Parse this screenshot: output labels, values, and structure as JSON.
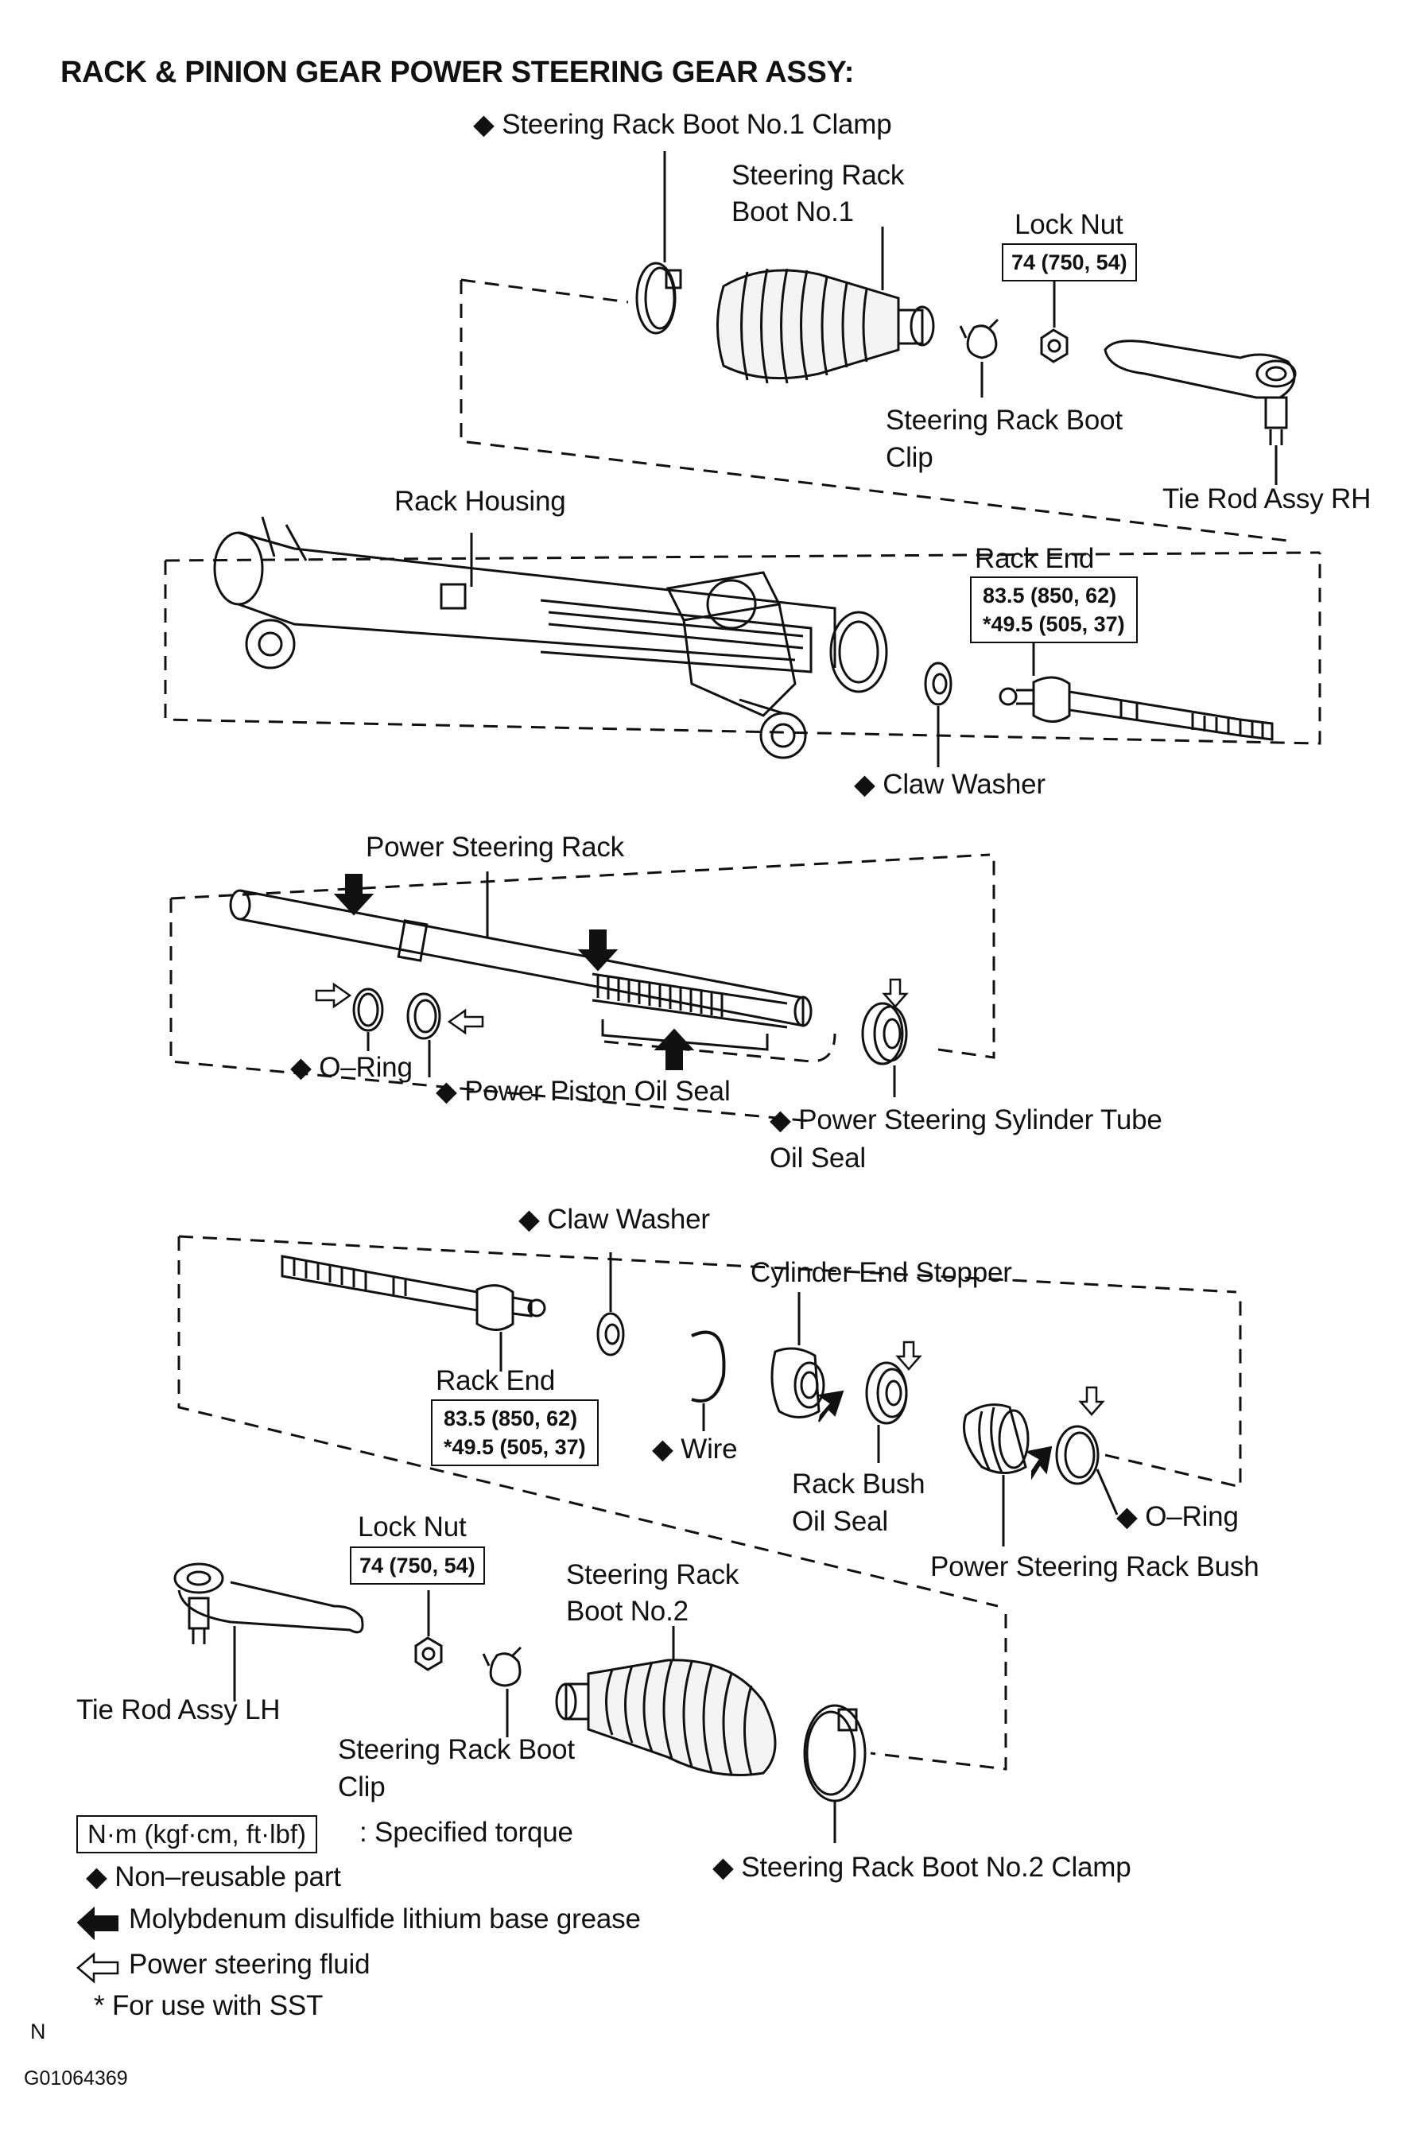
{
  "title": "RACK & PINION GEAR POWER STEERING GEAR ASSY:",
  "labels": {
    "boot1_clamp": "◆ Steering Rack Boot No.1 Clamp",
    "boot1_l1": "Steering Rack",
    "boot1_l2": "Boot No.1",
    "lock_nut_top": "Lock Nut",
    "boot_clip_top_l1": "Steering Rack Boot",
    "boot_clip_top_l2": "Clip",
    "tie_rod_rh": "Tie Rod Assy RH",
    "rack_housing": "Rack Housing",
    "rack_end_top": "Rack End",
    "claw_washer_top": "◆ Claw Washer",
    "power_steering_rack": "Power Steering Rack",
    "o_ring_left": "◆ O–Ring",
    "power_piston_oil_seal": "◆ Power Piston Oil Seal",
    "cyl_tube_seal_l1": "◆ Power Steering Sylinder Tube",
    "cyl_tube_seal_l2": "Oil Seal",
    "claw_washer_bottom": "◆ Claw Washer",
    "cylinder_end_stopper": "Cylinder End Stopper",
    "rack_end_bottom": "Rack End",
    "wire": "◆ Wire",
    "rack_bush_seal_l1": "Rack Bush",
    "rack_bush_seal_l2": "Oil Seal",
    "o_ring_right": "◆ O–Ring",
    "power_steering_rack_bush": "Power Steering Rack Bush",
    "lock_nut_bottom": "Lock Nut",
    "boot2_l1": "Steering Rack",
    "boot2_l2": "Boot No.2",
    "tie_rod_lh": "Tie Rod Assy LH",
    "boot_clip_bottom_l1": "Steering Rack Boot",
    "boot_clip_bottom_l2": "Clip",
    "boot2_clamp": "◆ Steering Rack Boot No.2 Clamp"
  },
  "torque": {
    "lock_nut_top": "74 (750, 54)",
    "rack_end_top_l1": "83.5 (850, 62)",
    "rack_end_top_l2": "*49.5 (505, 37)",
    "rack_end_bottom_l1": "83.5 (850, 62)",
    "rack_end_bottom_l2": "*49.5 (505, 37)",
    "lock_nut_bottom": "74 (750, 54)"
  },
  "legend": {
    "torque_box": "N·m (kgf·cm, ft·lbf)",
    "torque_desc": ": Specified torque",
    "non_reusable": "◆ Non–reusable part",
    "grease": "Molybdenum disulfide lithium base grease",
    "fluid": "Power steering fluid",
    "sst": "* For use with SST"
  },
  "footer": {
    "north": "N",
    "code": "G01064369"
  },
  "colors": {
    "ink": "#111111",
    "background": "#ffffff"
  },
  "icons": [
    "black-fill-arrow-icon",
    "outline-arrow-icon",
    "diamond-bullet"
  ]
}
